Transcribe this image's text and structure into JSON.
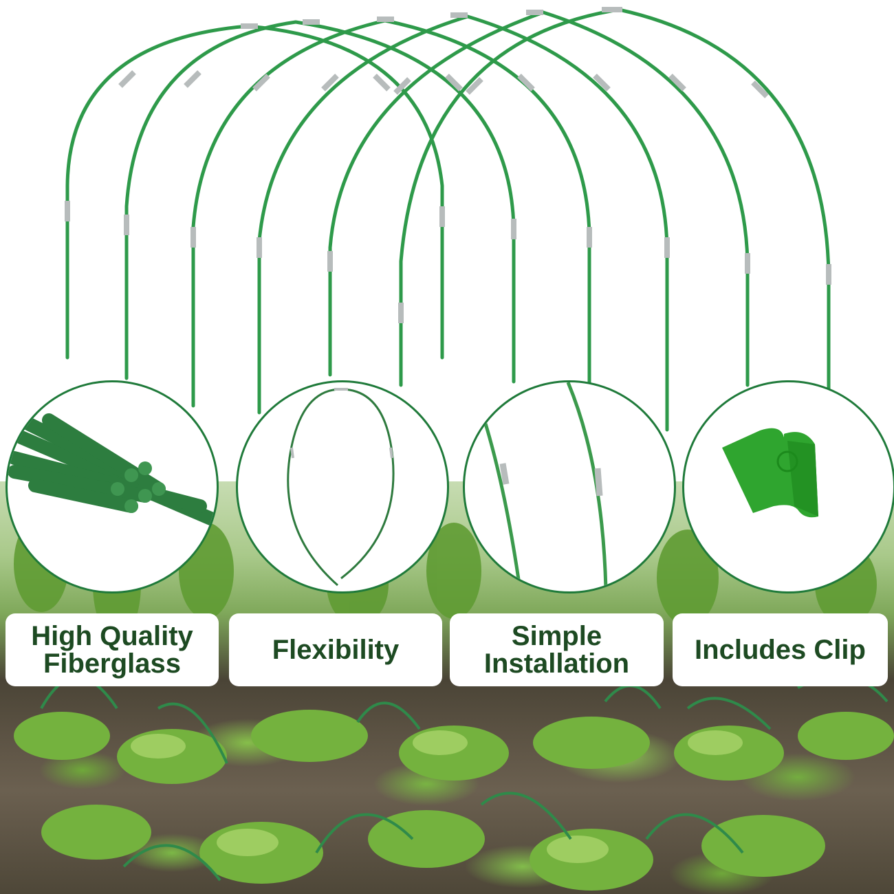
{
  "features": [
    {
      "id": "fiberglass",
      "lines": [
        "High  Quality",
        "Fiberglass"
      ],
      "icon": "fiberglass-rods-icon"
    },
    {
      "id": "flexibility",
      "lines": [
        "Flexibility"
      ],
      "icon": "bent-hoop-icon"
    },
    {
      "id": "installation",
      "lines": [
        "Simple",
        "Installation"
      ],
      "icon": "hoop-connector-icon"
    },
    {
      "id": "clip",
      "lines": [
        "Includes  Clip"
      ],
      "icon": "clip-icon"
    }
  ],
  "colors": {
    "hoop_green": "#2e9a4a",
    "ring": "#1f7a3a",
    "text": "#1d4a22",
    "connector": "#b7bcbc",
    "clip": "#2fa52f"
  }
}
